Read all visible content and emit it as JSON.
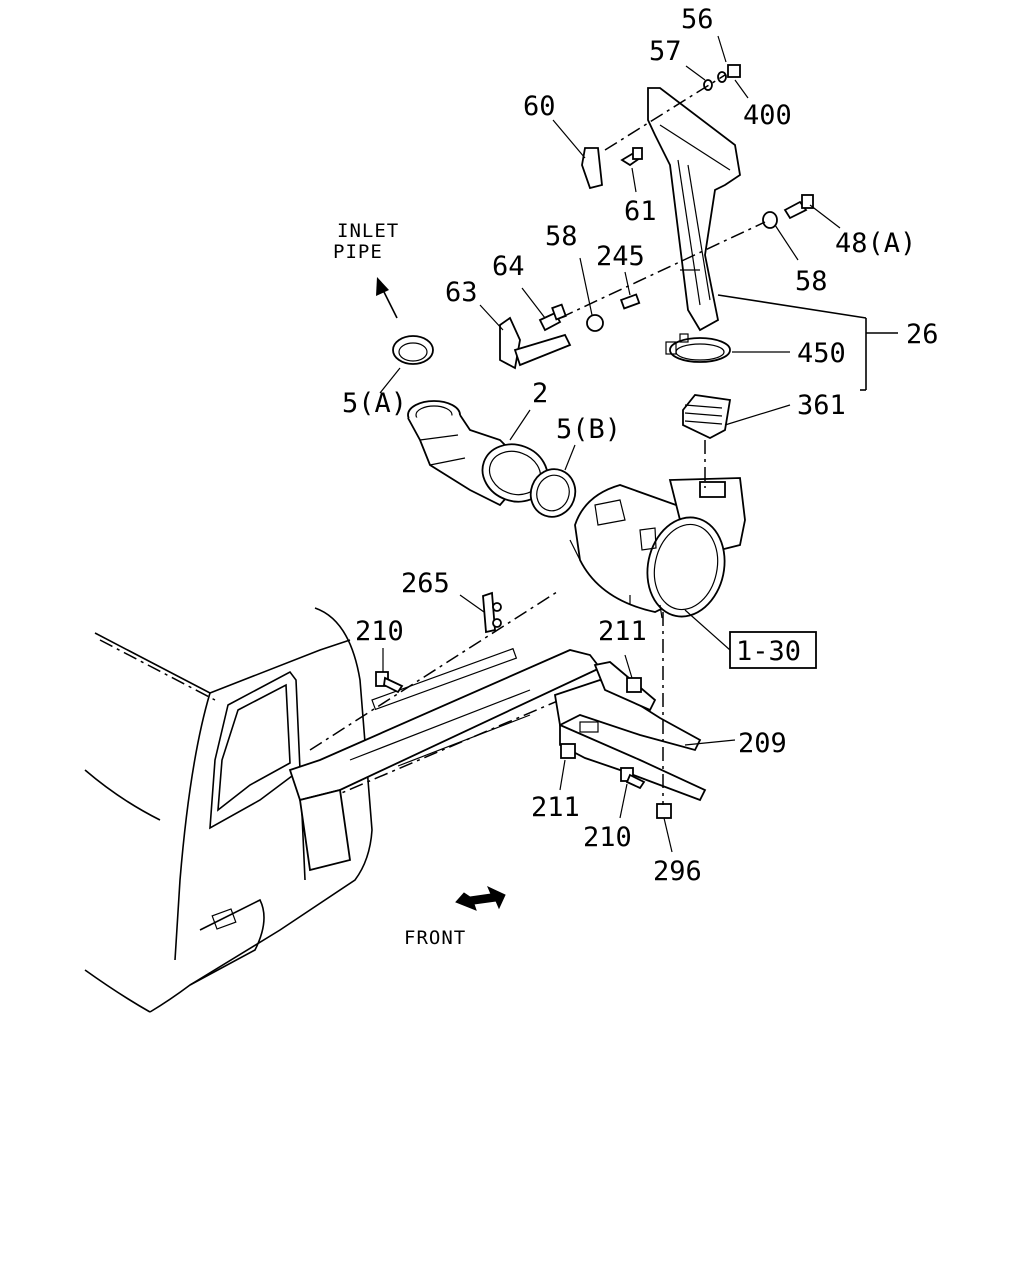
{
  "diagram": {
    "part_labels": {
      "p56": "56",
      "p57": "57",
      "p400": "400",
      "p60": "60",
      "p61": "61",
      "p48a": "48(A)",
      "p58_upper": "58",
      "p58_right": "58",
      "p245": "245",
      "p64": "64",
      "p63": "63",
      "p26": "26",
      "p450": "450",
      "p361": "361",
      "p5a": "5(A)",
      "p2": "2",
      "p5b": "5(B)",
      "p1_30": "1-30",
      "p265": "265",
      "p210_upper": "210",
      "p211_upper": "211",
      "p209": "209",
      "p211_lower": "211",
      "p210_lower": "210",
      "p296": "296"
    },
    "inlet_pipe": [
      "INLET",
      "PIPE"
    ],
    "front_label": "FRONT"
  }
}
